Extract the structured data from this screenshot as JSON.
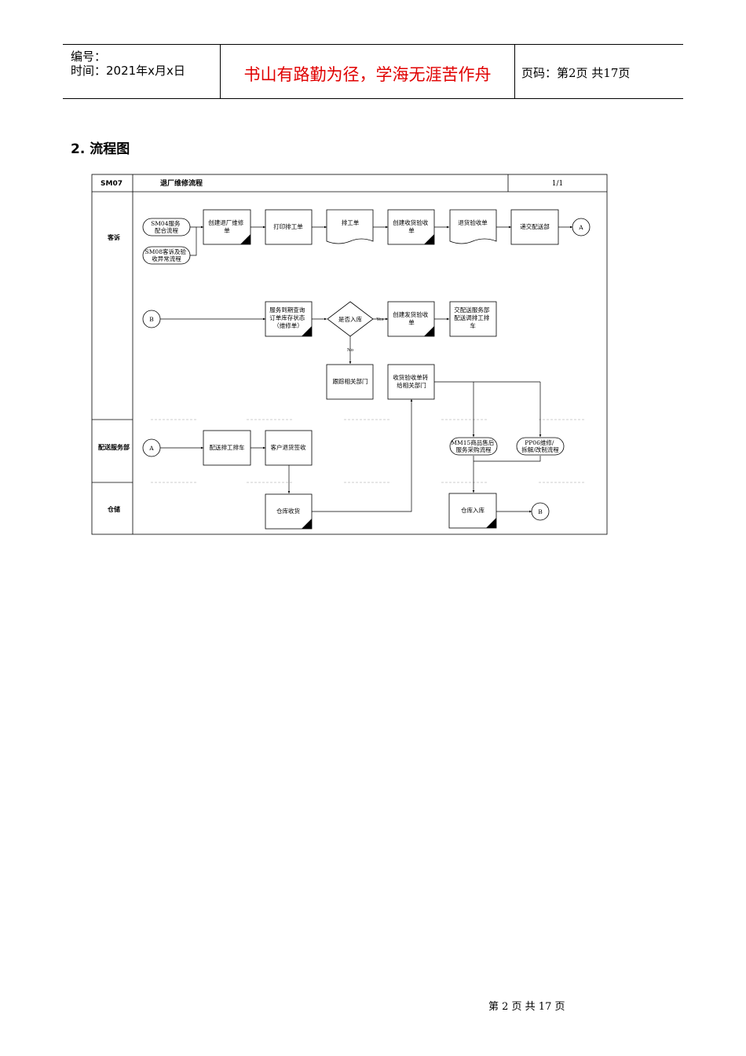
{
  "header": {
    "number_label": "编号：",
    "time_label": "时间：2021年x月x日",
    "motto": "书山有路勤为径，学海无涯苦作舟",
    "page_info": "页码：第2页  共17页"
  },
  "section": {
    "title": "2. 流程图"
  },
  "flowchart": {
    "code": "SM07",
    "name": "退厂维修流程",
    "page": "1/1",
    "lanes": {
      "kesu": "客诉",
      "peisong": "配送服务部",
      "cangchu": "仓储"
    },
    "nodes": {
      "sm04": [
        "SM04服务",
        "配合流程"
      ],
      "sm08": [
        "SM08客诉及验",
        "收异常流程"
      ],
      "create_return": [
        "创建退厂维修",
        "单"
      ],
      "print_dispatch": [
        "打印排工单"
      ],
      "dispatch_doc": [
        "排工单"
      ],
      "create_receipt": [
        "创建收货验收",
        "单"
      ],
      "return_receipt": [
        "退货验收单"
      ],
      "submit_delivery": [
        "递交配送部"
      ],
      "conn_a1": "A",
      "conn_b1": "B",
      "service_check": [
        "服务到期查询",
        "订单库存状态",
        "（维修单）"
      ],
      "decision": "是否入库",
      "yes": "Yes",
      "no": "No",
      "create_ship": [
        "创建发货验收",
        "单"
      ],
      "hand_delivery": [
        "交配送服务部",
        "配送调排工排",
        "车"
      ],
      "track_dept": [
        "跟踪相关部门"
      ],
      "forward_receipt": [
        "收货验收单转",
        "给相关部门"
      ],
      "conn_a2": "A",
      "delivery_schedule": [
        "配送排工排车"
      ],
      "customer_sign": [
        "客户退货签收"
      ],
      "mm15": [
        "MM15商品售后",
        "服务采购流程"
      ],
      "pp06": [
        "PP06维修/",
        "拆解/改制流程"
      ],
      "warehouse_receive": [
        "仓库收货"
      ],
      "warehouse_in": [
        "仓库入库"
      ],
      "conn_b2": "B"
    }
  },
  "footer": {
    "page_text": "第 2 页 共 17 页"
  }
}
